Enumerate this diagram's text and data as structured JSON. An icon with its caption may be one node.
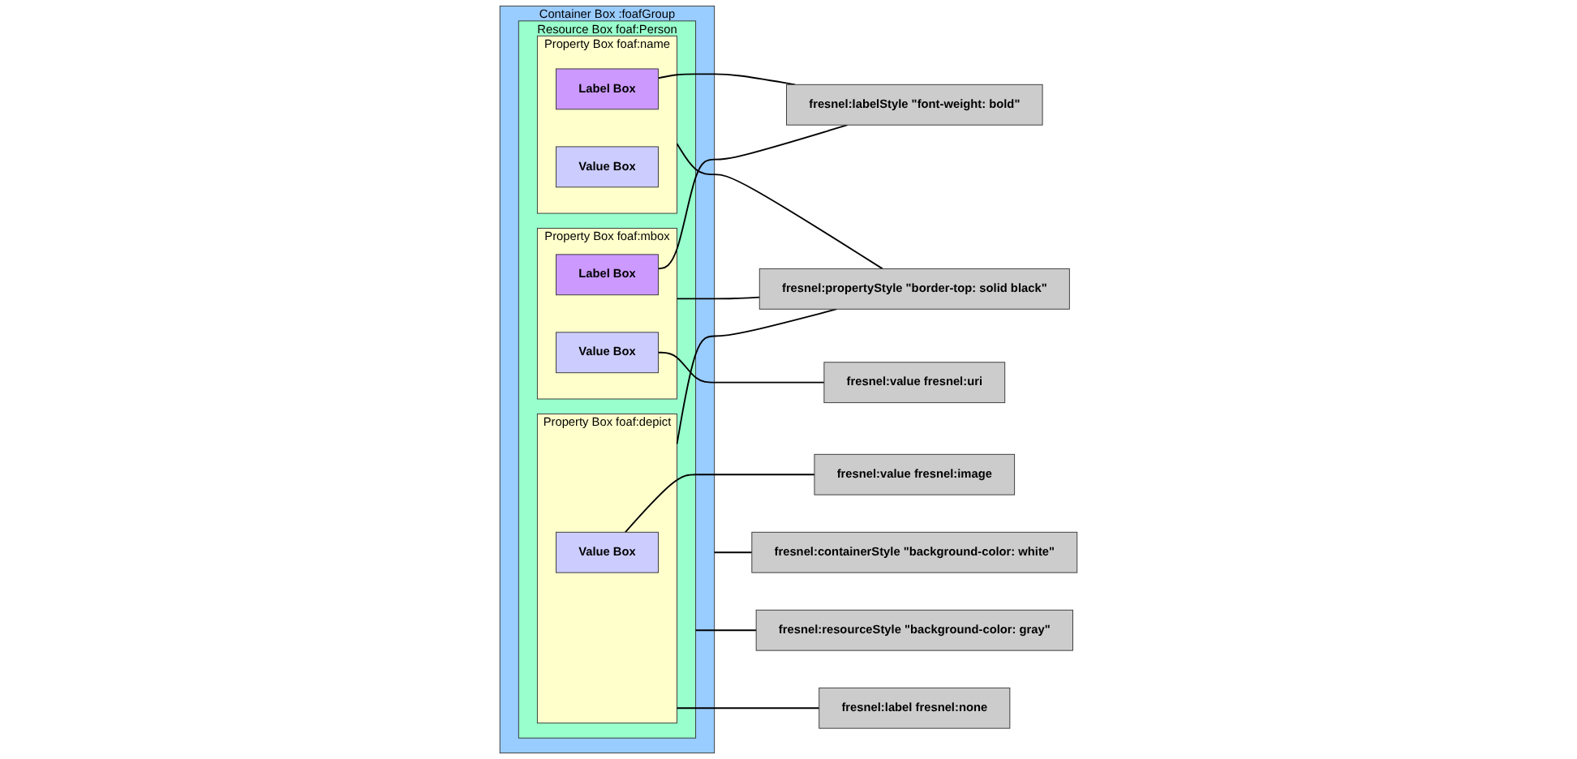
{
  "diagram": {
    "nodes": [
      {
        "text": [
          "Container Box :foafGroup"
        ]
      },
      {
        "text": [
          "Resource Box foaf:Person"
        ],
        "in": 0
      },
      {
        "text": [
          "Property Box foaf:name"
        ],
        "in": 1
      },
      {
        "text": [
          "Label Box"
        ],
        "in": 2
      },
      {
        "text": [
          "Value Box"
        ],
        "in": 2
      },
      {
        "text": [
          "Property Box foaf:mbox"
        ],
        "in": 1
      },
      {
        "text": [
          "Label Box"
        ],
        "in": 5
      },
      {
        "text": [
          "Value Box"
        ],
        "in": 5
      },
      {
        "text": [
          "Property Box foaf:depict"
        ],
        "in": 1
      },
      {
        "text": [
          "Value Box"
        ],
        "in": 8
      },
      {
        "text": [
          "fresnel:containerStyle \"background-color: white\""
        ]
      },
      {
        "text": [
          "fresnel:resourceStyle \"background-color: gray\""
        ]
      },
      {
        "text": [
          "fresnel:propertyStyle \"border-top: solid black\""
        ]
      },
      {
        "text": [
          "fresnel:labelStyle \"font-weight: bold\""
        ]
      },
      {
        "text": [
          "fresnel:value fresnel:uri"
        ]
      },
      {
        "text": [
          "fresnel:label fresnel:none"
        ]
      },
      {
        "text": [
          "fresnel:value fresnel:image"
        ]
      }
    ],
    "edges": [
      {
        "from": 0,
        "to": 10,
        "arrow": "none"
      },
      {
        "from": 1,
        "to": 11,
        "arrow": "none"
      },
      {
        "from": 2,
        "to": 12,
        "arrow": "none"
      },
      {
        "from": 5,
        "to": 12,
        "arrow": "none"
      },
      {
        "from": 8,
        "to": 12,
        "arrow": "none"
      },
      {
        "from": 3,
        "to": 13,
        "arrow": "none"
      },
      {
        "from": 6,
        "to": 13,
        "arrow": "none"
      },
      {
        "from": 7,
        "to": 14,
        "arrow": "none"
      },
      {
        "from": 8,
        "to": 15,
        "arrow": "none"
      },
      {
        "from": 9,
        "to": 16,
        "arrow": "none"
      }
    ]
  }
}
